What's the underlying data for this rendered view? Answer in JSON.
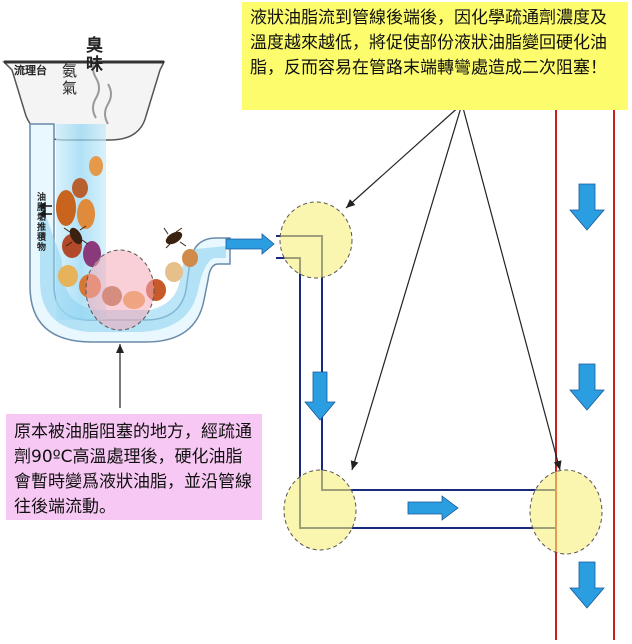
{
  "callouts": {
    "top": "液狀油脂流到管線後端後，因化學疏通劑濃度及溫度越來越低，將促使部份液狀油脂變回硬化油脂，反而容易在管路末端轉彎處造成二次阻塞！",
    "bottom": "原本被油脂阻塞的地方，經疏通劑90ºC高溫處理後，硬化油脂會暫時變爲液狀油脂，並沿管線往後端流動。"
  },
  "labels": {
    "sink": "流理台",
    "odor_strong": "臭味",
    "odor_gas": "氨氣",
    "grease_buildup": "油脂垢推積物"
  },
  "colors": {
    "callout_top_bg": "#fcfc6c",
    "callout_bottom_bg": "#f8c8f4",
    "pipe_outline": "#1a2a7a",
    "drain_line": "#c81e1e",
    "flow_arrow": "#2a9ee0",
    "blockage_zone": "#f6f07a",
    "original_blockage": "#f4a8b8"
  },
  "icons": [
    "flow-arrow-icon",
    "cockroach-icon",
    "steam-icon",
    "grease-arrow-icon"
  ]
}
